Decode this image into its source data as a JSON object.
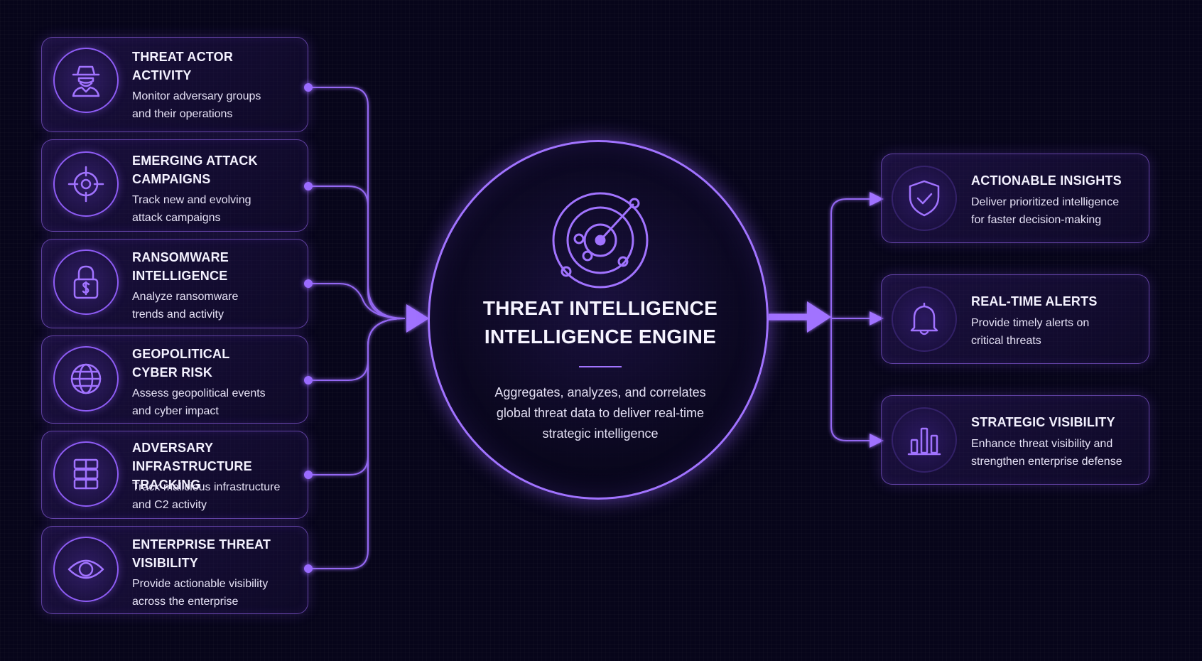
{
  "inputs": [
    {
      "title_line1": "THREAT ACTOR",
      "title_line2": "ACTIVITY",
      "desc_line1": "Monitor adversary groups",
      "desc_line2": "and their operations",
      "icon": "spy-icon"
    },
    {
      "title_line1": "EMERGING ATTACK",
      "title_line2": "CAMPAIGNS",
      "desc_line1": "Track new and evolving",
      "desc_line2": "attack campaigns",
      "icon": "crosshair-icon"
    },
    {
      "title_line1": "RANSOMWARE",
      "title_line2": "INTELLIGENCE",
      "desc_line1": "Analyze ransomware",
      "desc_line2": "trends and activity",
      "icon": "padlock-dollar-icon"
    },
    {
      "title_line1": "GEOPOLITICAL",
      "title_line2": "CYBER RISK",
      "desc_line1": "Assess geopolitical events",
      "desc_line2": "and cyber impact",
      "icon": "globe-icon"
    },
    {
      "title_line1": "ADVERSARY",
      "title_line2": "INFRASTRUCTURE TRACKING",
      "desc_line1": "Track malicious infrastructure",
      "desc_line2": "and C2 activity",
      "icon": "server-rack-icon"
    },
    {
      "title_line1": "ENTERPRISE THREAT",
      "title_line2": "VISIBILITY",
      "desc_line1": "Provide actionable visibility",
      "desc_line2": "across the enterprise",
      "icon": "eye-icon"
    }
  ],
  "engine": {
    "title_line1": "THREAT INTELLIGENCE",
    "title_line2": "INTELLIGENCE ENGINE",
    "desc_line1": "Aggregates, analyzes, and correlates",
    "desc_line2": "global threat data to deliver real-time",
    "desc_line3": "strategic intelligence",
    "icon": "radar-icon"
  },
  "outputs": [
    {
      "title": "ACTIONABLE INSIGHTS",
      "desc_line1": "Deliver prioritized intelligence",
      "desc_line2": "for faster decision-making",
      "icon": "shield-check-icon"
    },
    {
      "title": "REAL-TIME ALERTS",
      "desc_line1": "Provide timely alerts on",
      "desc_line2": "critical threats",
      "icon": "bell-icon"
    },
    {
      "title": "STRATEGIC VISIBILITY",
      "desc_line1": "Enhance threat visibility and",
      "desc_line2": "strengthen enterprise defense",
      "icon": "bar-chart-icon"
    }
  ],
  "colors": {
    "accent": "#a173ff",
    "background": "#07051a",
    "text": "#f4f2ff"
  }
}
